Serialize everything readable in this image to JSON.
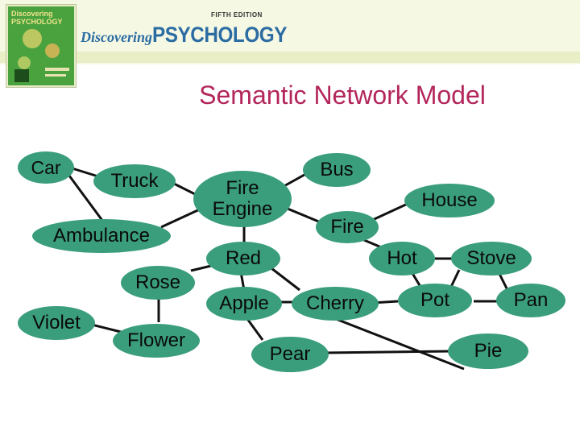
{
  "header": {
    "edition": "FIFTH EDITION",
    "brand_a": "Discovering",
    "brand_b": "PSYCHOLOGY",
    "cover_title": "Discovering PSYCHOLOGY"
  },
  "slide": {
    "title": "Semantic Network Model"
  },
  "colors": {
    "node_fill": "#3a9e7c",
    "title": "#b3265b",
    "brand": "#2b6ca3"
  },
  "nodes": {
    "car": "Car",
    "truck": "Truck",
    "ambulance": "Ambulance",
    "rose": "Rose",
    "violet": "Violet",
    "flower": "Flower",
    "fire_engine": "Fire\nEngine",
    "bus": "Bus",
    "fire": "Fire",
    "house": "House",
    "red": "Red",
    "hot": "Hot",
    "stove": "Stove",
    "apple": "Apple",
    "cherry": "Cherry",
    "pot": "Pot",
    "pan": "Pan",
    "pear": "Pear",
    "pie": "Pie"
  }
}
